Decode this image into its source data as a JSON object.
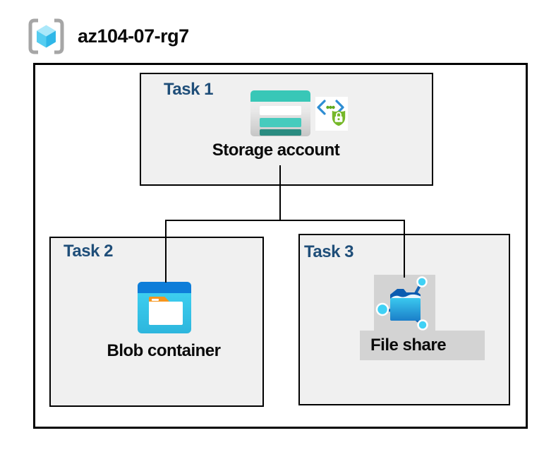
{
  "header": {
    "title": "az104-07-rg7",
    "icon": "resource-group-icon"
  },
  "diagram": {
    "tasks": [
      {
        "label": "Task 1",
        "caption": "Storage account",
        "icons": [
          "storage-account-icon",
          "secured-endpoint-icon"
        ]
      },
      {
        "label": "Task 2",
        "caption": "Blob container",
        "icons": [
          "blob-container-icon"
        ]
      },
      {
        "label": "Task 3",
        "caption": "File share",
        "icons": [
          "file-share-icon"
        ]
      }
    ],
    "connections": [
      {
        "from": "Storage account",
        "to": "Blob container"
      },
      {
        "from": "Storage account",
        "to": "File share"
      }
    ]
  },
  "colors": {
    "task_label_navy": "#1F4E79",
    "box_fill": "#F0F0F0",
    "border_black": "#000000",
    "panel_gray": "#D3D3D3",
    "storage_teal": "#38C7B7",
    "storage_teal_mid": "#46CBBD",
    "storage_teal_dark": "#2A8C81",
    "blob_bar_blue": "#0E7DD9",
    "blob_body_cyan": "#3FD2F3",
    "folder_tab_orange": "#F6951D",
    "share_line_blue": "#1464B4",
    "node_cyan": "#3FD1F5",
    "shield_green": "#76B82A",
    "bracket_blue": "#2E8DD3",
    "rg_bracket_gray": "#A6A6A6",
    "cube_top": "#ABE8FA",
    "cube_left": "#55CDF1",
    "cube_right": "#2FB7E8"
  }
}
